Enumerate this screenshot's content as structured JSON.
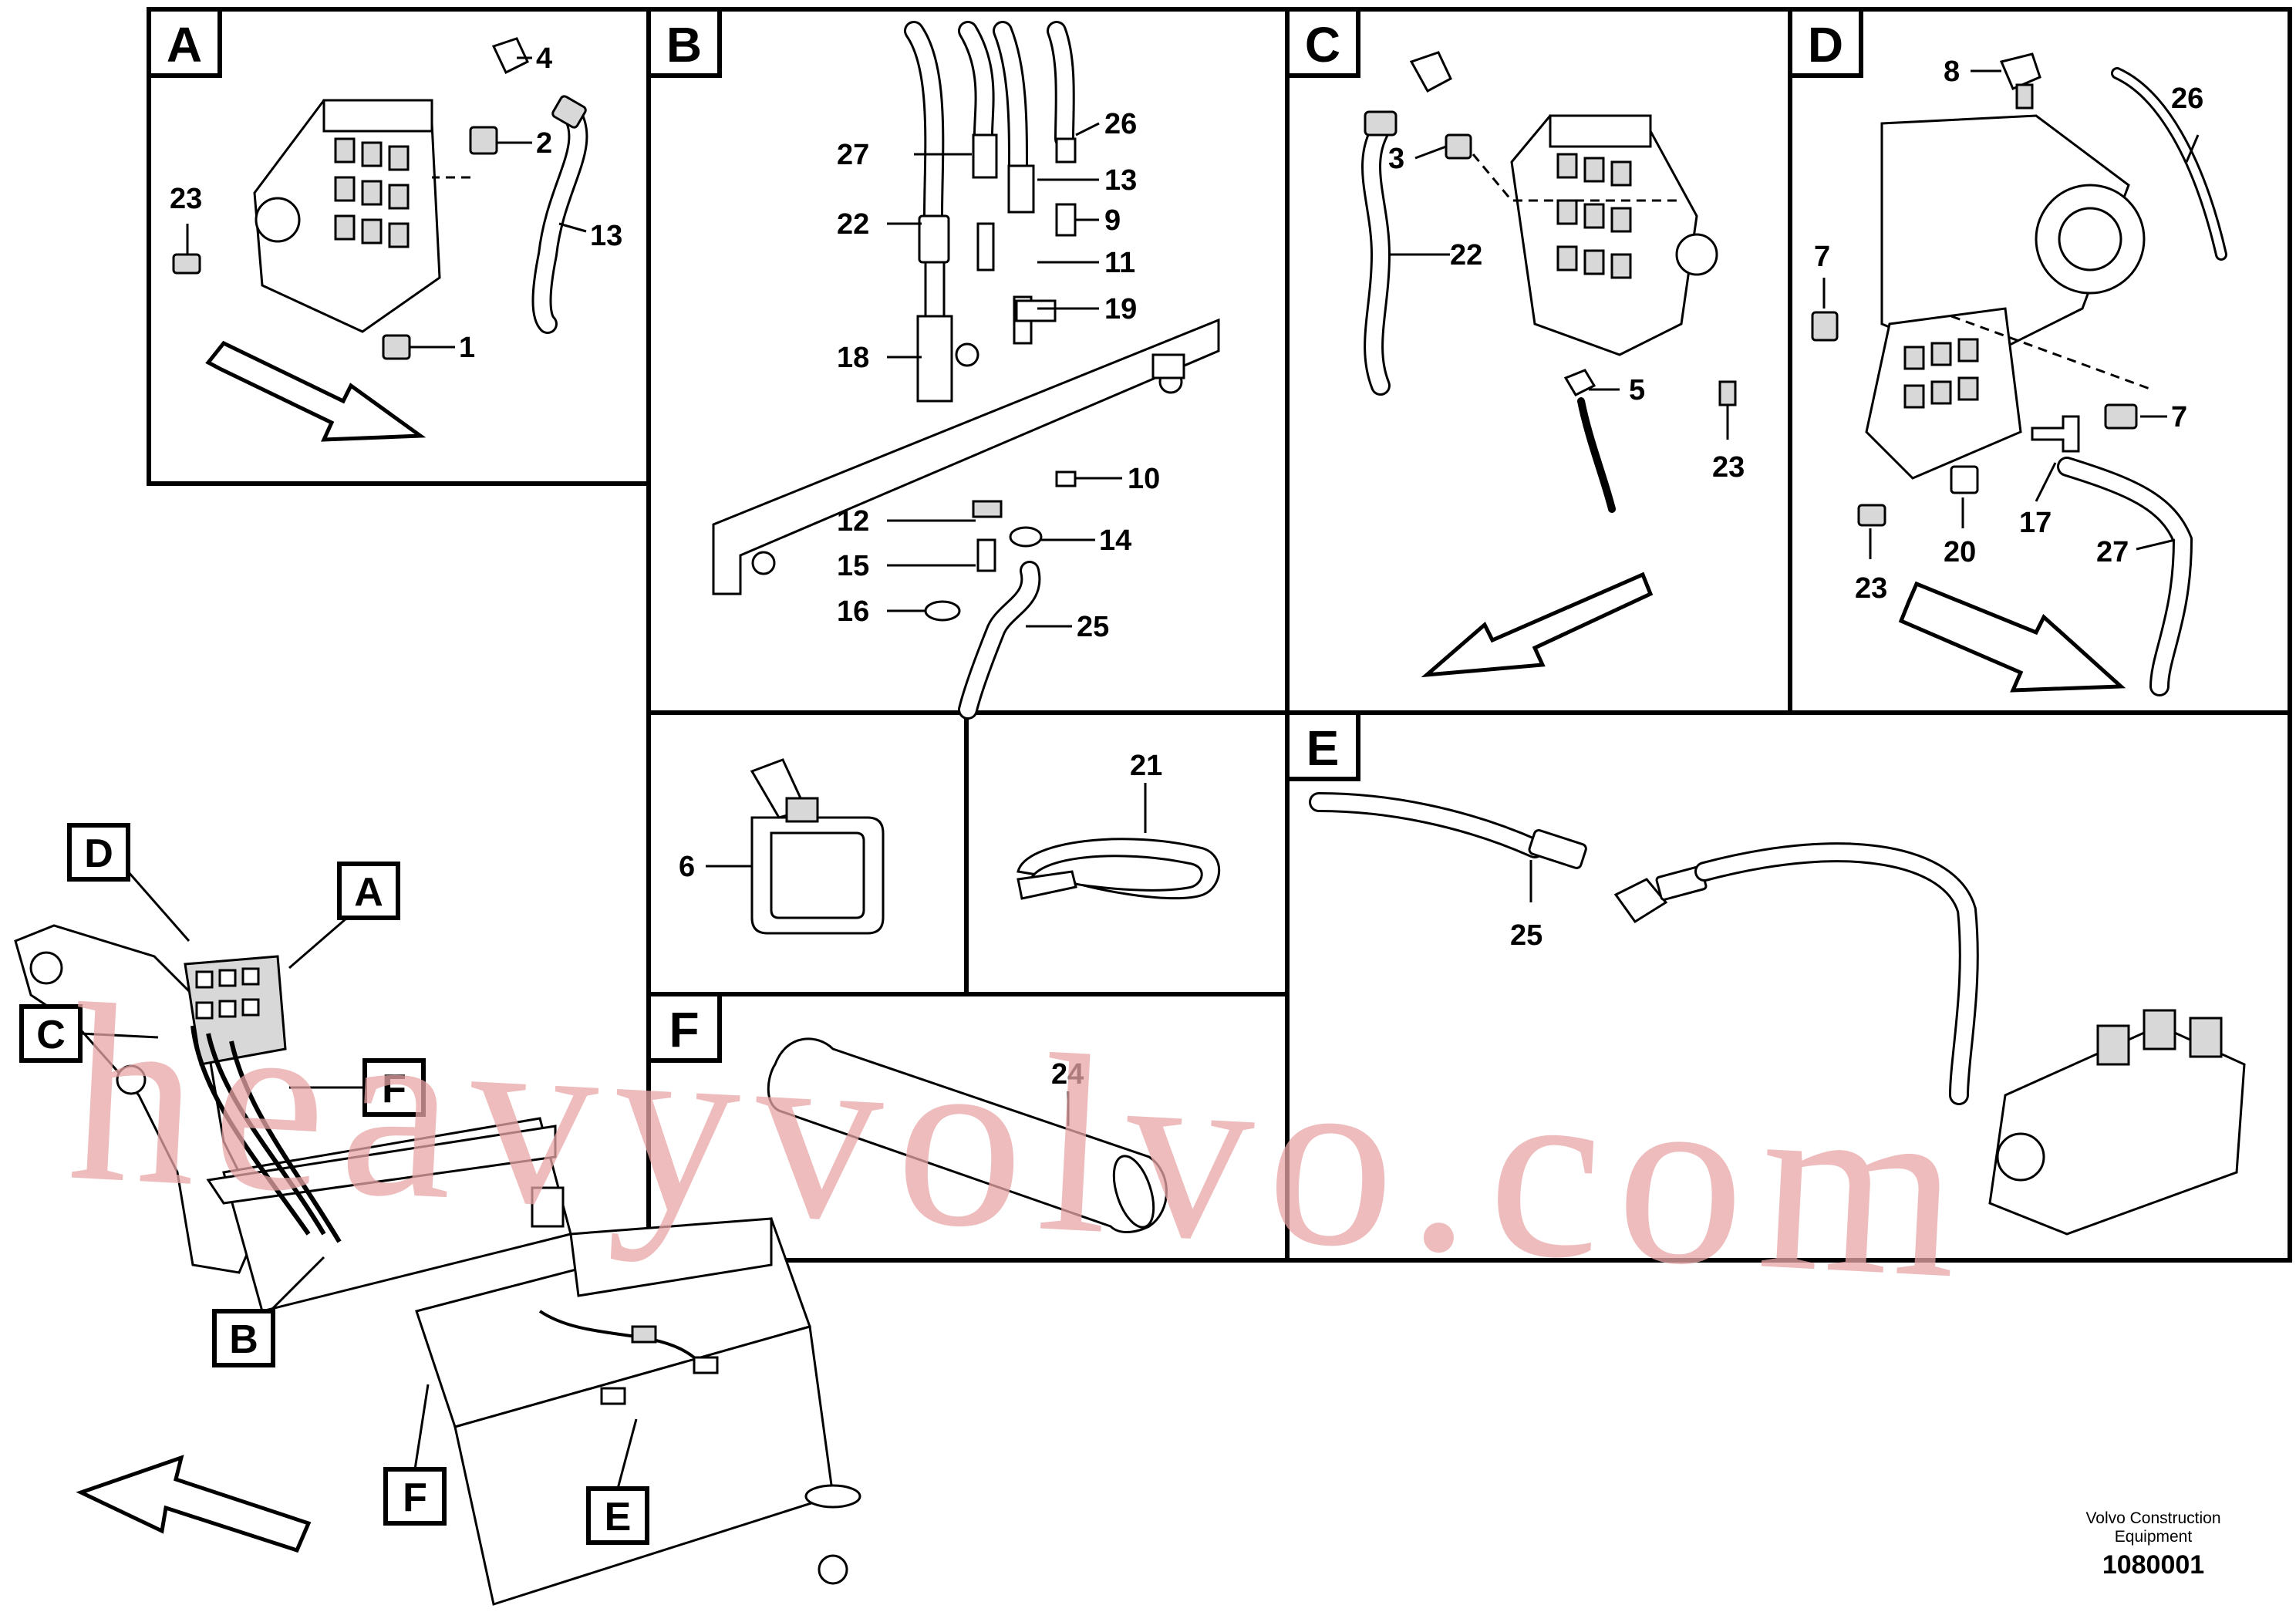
{
  "panels": {
    "A": {
      "letter": "A",
      "callouts": [
        "4",
        "2",
        "23",
        "13",
        "1"
      ]
    },
    "B": {
      "letter": "B",
      "callouts": [
        "26",
        "27",
        "13",
        "22",
        "9",
        "11",
        "19",
        "18",
        "10",
        "12",
        "14",
        "15",
        "16",
        "25"
      ]
    },
    "C": {
      "letter": "C",
      "callouts": [
        "3",
        "22",
        "5",
        "23"
      ]
    },
    "D": {
      "letter": "D",
      "callouts": [
        "8",
        "26",
        "7",
        "7",
        "17",
        "20",
        "27",
        "23"
      ]
    },
    "E": {
      "letter": "E",
      "callouts": [
        "25"
      ]
    },
    "F": {
      "letter": "F",
      "callouts": [
        "24"
      ]
    },
    "tie_bracket": {
      "callouts": [
        "6"
      ]
    },
    "cable_tie": {
      "callouts": [
        "21"
      ]
    }
  },
  "overview": {
    "view_labels": [
      "D",
      "A",
      "C",
      "F",
      "B",
      "F",
      "E"
    ]
  },
  "watermark": "heavyvolvo.com",
  "footer": {
    "credit_line1": "Volvo Construction",
    "credit_line2": "Equipment",
    "doc_number": "1080001"
  }
}
